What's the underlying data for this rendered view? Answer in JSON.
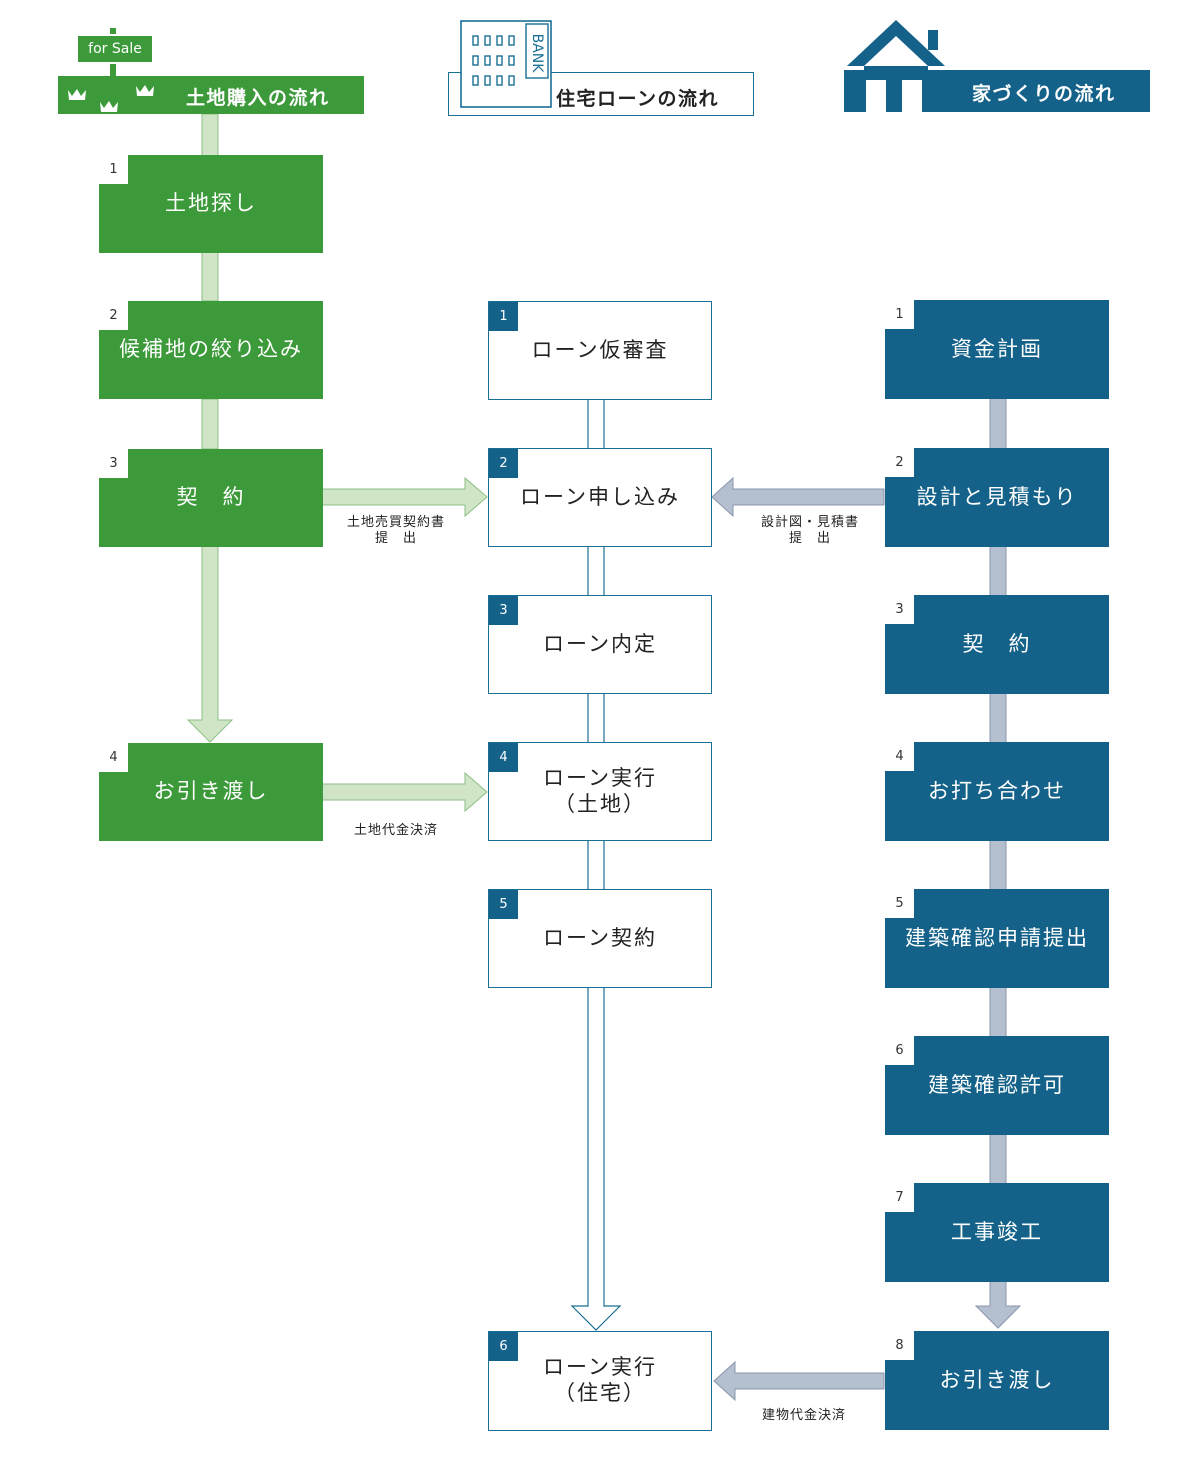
{
  "headers": {
    "land": {
      "title": "土地購入の流れ",
      "sign": "for Sale",
      "color": "#3d9a3a"
    },
    "loan": {
      "title": "住宅ローンの流れ",
      "bank": "BANK",
      "color": "#1a6f94"
    },
    "build": {
      "title": "家づくりの流れ",
      "color": "#14628a"
    }
  },
  "land_steps": [
    {
      "num": "1",
      "label": "土地探し"
    },
    {
      "num": "2",
      "label": "候補地の絞り込み"
    },
    {
      "num": "3",
      "label": "契　約"
    },
    {
      "num": "4",
      "label": "お引き渡し"
    }
  ],
  "loan_steps": [
    {
      "num": "1",
      "label": "ローン仮審査"
    },
    {
      "num": "2",
      "label": "ローン申し込み"
    },
    {
      "num": "3",
      "label": "ローン内定"
    },
    {
      "num": "4",
      "label": "ローン実行\n（土地）"
    },
    {
      "num": "5",
      "label": "ローン契約"
    },
    {
      "num": "6",
      "label": "ローン実行\n（住宅）"
    }
  ],
  "build_steps": [
    {
      "num": "1",
      "label": "資金計画"
    },
    {
      "num": "2",
      "label": "設計と見積もり"
    },
    {
      "num": "3",
      "label": "契　約"
    },
    {
      "num": "4",
      "label": "お打ち合わせ"
    },
    {
      "num": "5",
      "label": "建築確認申請提出"
    },
    {
      "num": "6",
      "label": "建築確認許可"
    },
    {
      "num": "7",
      "label": "工事竣工"
    },
    {
      "num": "8",
      "label": "お引き渡し"
    }
  ],
  "notes": {
    "land_contract": "土地売買契約書\n提　出",
    "land_payment": "土地代金決済",
    "design_docs": "設計図・見積書\n提　出",
    "building_payment": "建物代金決済"
  },
  "colors": {
    "green": "#3d9a3a",
    "green_arrow": "#cfe5c6",
    "blue": "#14628a",
    "blue_arrow": "#b4bfcf",
    "loan_border": "#1a6f94"
  }
}
